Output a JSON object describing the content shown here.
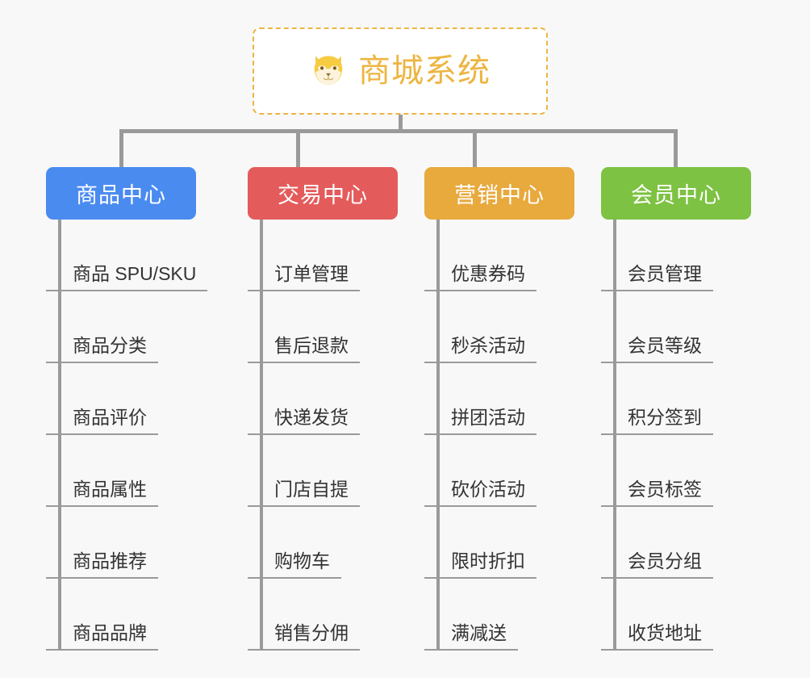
{
  "diagram": {
    "title": "商城系统",
    "root_icon": "shiba-dog-icon",
    "background_color": "#f8f8f8",
    "connector_color": "#9a9a9a",
    "root_border_color": "#edb542",
    "root_text_color": "#edb542",
    "columns": [
      {
        "header": "商品中心",
        "color": "#4a8bf0",
        "items": [
          "商品 SPU/SKU",
          "商品分类",
          "商品评价",
          "商品属性",
          "商品推荐",
          "商品品牌"
        ]
      },
      {
        "header": "交易中心",
        "color": "#e45b5b",
        "items": [
          "订单管理",
          "售后退款",
          "快递发货",
          "门店自提",
          "购物车",
          "销售分佣"
        ]
      },
      {
        "header": "营销中心",
        "color": "#e8a93d",
        "items": [
          "优惠券码",
          "秒杀活动",
          "拼团活动",
          "砍价活动",
          "限时折扣",
          "满减送"
        ]
      },
      {
        "header": "会员中心",
        "color": "#7dc242",
        "items": [
          "会员管理",
          "会员等级",
          "积分签到",
          "会员标签",
          "会员分组",
          "收货地址"
        ]
      }
    ]
  }
}
